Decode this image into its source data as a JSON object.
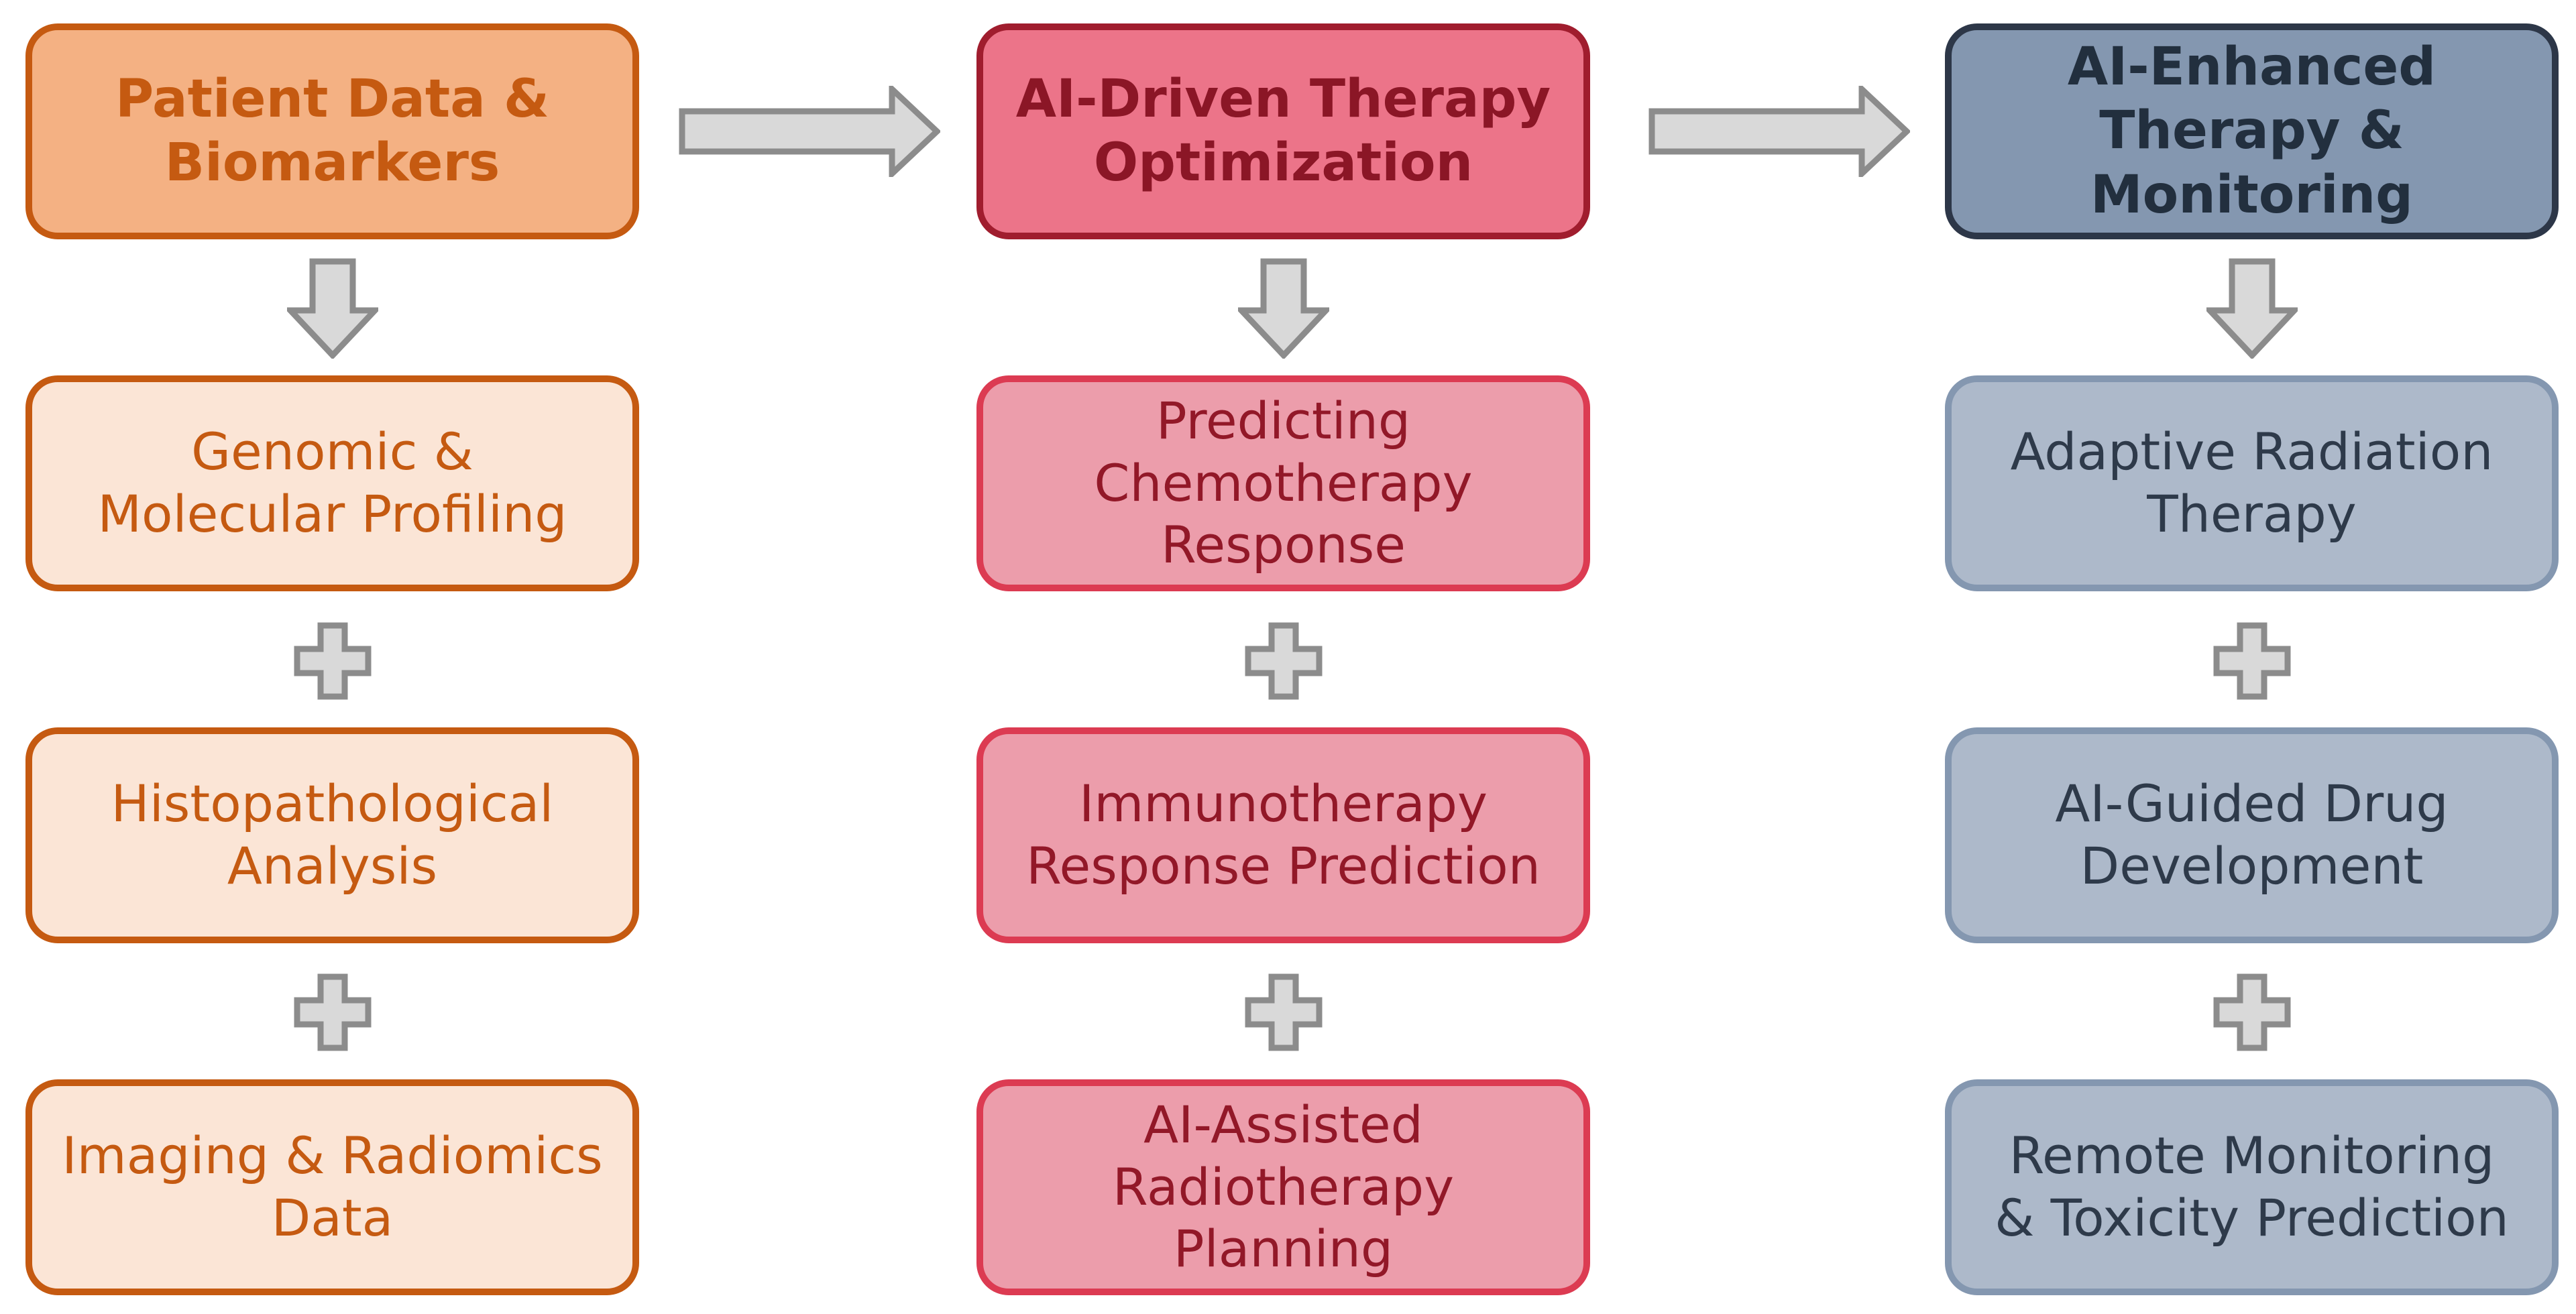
{
  "diagram": {
    "columns": [
      {
        "header": "Patient Data &\nBiomarkers",
        "items": [
          "Genomic &\nMolecular Profiling",
          "Histopathological\nAnalysis",
          "Imaging & Radiomics\nData"
        ]
      },
      {
        "header": "AI-Driven Therapy\nOptimization",
        "items": [
          "Predicting\nChemotherapy\nResponse",
          "Immunotherapy\nResponse Prediction",
          "AI-Assisted\nRadiotherapy\nPlanning"
        ]
      },
      {
        "header": "AI-Enhanced\nTherapy &\nMonitoring",
        "items": [
          "Adaptive Radiation\nTherapy",
          "AI-Guided Drug\nDevelopment",
          "Remote Monitoring\n& Toxicity Prediction"
        ]
      }
    ],
    "colors": {
      "orange_border": "#c55a11",
      "orange_header_fill": "#f4b183",
      "orange_item_fill": "#fbe5d6",
      "red_header_fill": "#ec7489",
      "red_item_fill": "#ec9dab",
      "red_border": "#dc3b52",
      "slate_header_fill": "#8497b0",
      "slate_item_fill": "#adb9ca",
      "slate_header_border": "#2d3748",
      "connector_fill": "#d9d9d9",
      "connector_stroke": "#8c8c8c"
    },
    "connector_icons": [
      "right-arrow-icon",
      "down-arrow-icon",
      "plus-icon"
    ]
  }
}
